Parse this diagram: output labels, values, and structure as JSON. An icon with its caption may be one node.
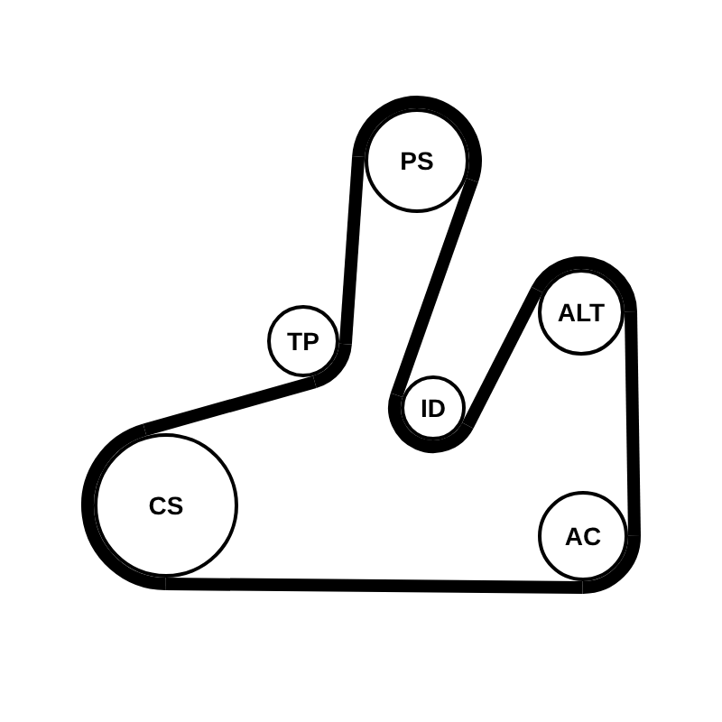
{
  "diagram": {
    "nodes": [
      {
        "text": [
          "PS"
        ]
      },
      {
        "text": [
          "TP"
        ]
      },
      {
        "text": [
          "ALT"
        ]
      },
      {
        "text": [
          "ID"
        ]
      },
      {
        "text": [
          "CS"
        ]
      },
      {
        "text": [
          "AC"
        ]
      }
    ],
    "edges": [
      {
        "from": 4,
        "to": 5,
        "arrow": "none"
      },
      {
        "from": 5,
        "to": 2,
        "arrow": "none"
      },
      {
        "from": 2,
        "to": 3,
        "arrow": "none"
      },
      {
        "from": 3,
        "to": 0,
        "arrow": "none"
      },
      {
        "from": 0,
        "to": 1,
        "arrow": "none"
      },
      {
        "from": 1,
        "to": 4,
        "arrow": "none"
      }
    ]
  }
}
